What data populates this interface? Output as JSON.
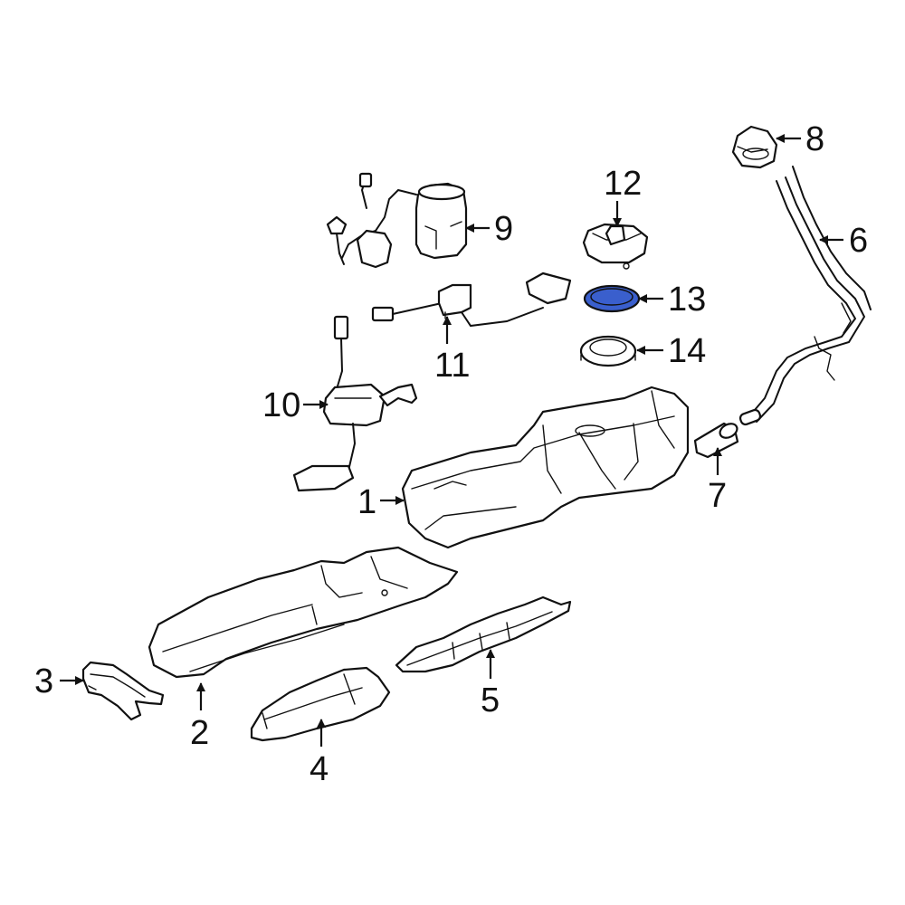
{
  "callouts": {
    "c1": "1",
    "c2": "2",
    "c3": "3",
    "c4": "4",
    "c5": "5",
    "c6": "6",
    "c7": "7",
    "c8": "8",
    "c9": "9",
    "c10": "10",
    "c11": "11",
    "c12": "12",
    "c13": "13",
    "c14": "14"
  },
  "highlight_color": "#3a5fcd"
}
